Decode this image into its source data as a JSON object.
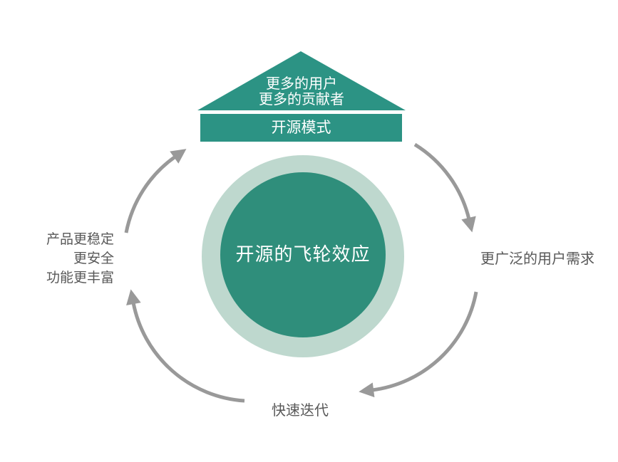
{
  "diagram_title": "开源的飞轮效应",
  "house": {
    "roof_line1": "更多的用户",
    "roof_line2": "更多的贡献者",
    "base_label": "开源模式"
  },
  "hub": {
    "label": "开源的飞轮效应"
  },
  "labels": {
    "right": "更广泛的用户需求",
    "bottom": "快速迭代",
    "left_line1": "产品更稳定",
    "left_line2": "更安全",
    "left_line3": "功能更丰富"
  },
  "flow": {
    "direction": "clockwise",
    "steps": [
      "开源模式",
      "更广泛的用户需求",
      "快速迭代",
      "产品更稳定 更安全 功能更丰富"
    ]
  },
  "colors": {
    "house_green": "#2C9384",
    "hub_green": "#2F8E7B",
    "ring_green": "#BED8CE",
    "arrow_gray": "#999999",
    "label_gray": "#585858",
    "text_white": "#ffffff"
  }
}
